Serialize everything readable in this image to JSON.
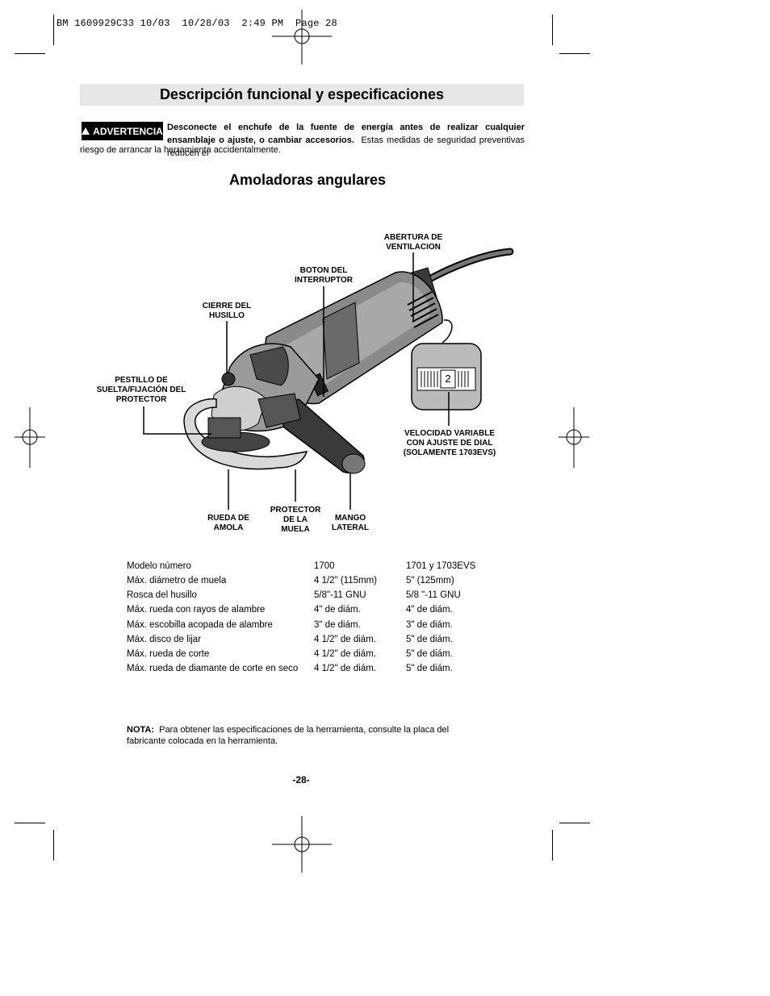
{
  "slug": "BM 1609929C33 10/03  10/28/03  2:49 PM  Page 28",
  "section_title": "Descripción funcional y especificaciones",
  "warning": {
    "badge": "ADVERTENCIA",
    "bold_text": "Desconecte el enchufe de la fuente de energía antes de realizar cualquier ensamblaje o ajuste, o cambiar accesorios.",
    "text_line1": "Estas medidas de seguridad preventivas reducen el",
    "text_line2": "riesgo de arrancar la herramienta accidentalmente."
  },
  "subtitle": "Amoladoras angulares",
  "diagram_labels": {
    "vent": [
      "ABERTURA DE",
      "VENTILACION"
    ],
    "switch": [
      "BOTON DEL",
      "INTERRUPTOR"
    ],
    "spindle_lock": [
      "CIERRE DEL",
      "HUSILLO"
    ],
    "guard_latch": [
      "PESTILLO DE",
      "SUELTA/FIJACIÓN DEL",
      "PROTECTOR"
    ],
    "variable_speed": [
      "VELOCIDAD VARIABLE",
      "CON AJUSTE DE DIAL",
      "(SOLAMENTE 1703EVS)"
    ],
    "wheel": [
      "RUEDA DE",
      "AMOLA"
    ],
    "guard": [
      "PROTECTOR",
      "DE LA",
      "MUELA"
    ],
    "handle": [
      "MANGO",
      "LATERAL"
    ],
    "dial_number": "2"
  },
  "specs": [
    {
      "label": "Modelo número",
      "m1700": "1700",
      "m1701": "1701 y 1703EVS"
    },
    {
      "label": "Máx. diámetro de muela",
      "m1700": "4 1/2\" (115mm)",
      "m1701": "5\" (125mm)"
    },
    {
      "label": "Rosca del husillo",
      "m1700": "5/8\"-11 GNU",
      "m1701": "5/8 \"-11 GNU"
    },
    {
      "label": "Máx. rueda con rayos de alambre",
      "m1700": "4\" de diám.",
      "m1701": "4\" de diám."
    },
    {
      "label": "Máx. escobilla acopada de alambre",
      "m1700": "3\" de diám.",
      "m1701": "3\" de diám."
    },
    {
      "label": "Máx. disco de lijar",
      "m1700": "4 1/2\" de diám.",
      "m1701": "5\" de diám."
    },
    {
      "label": "Máx. rueda de corte",
      "m1700": "4 1/2\" de diám.",
      "m1701": "5\" de diám."
    },
    {
      "label": "Máx. rueda de diamante de corte en seco",
      "m1700": "4 1/2\" de diám.",
      "m1701": "5\" de diám."
    }
  ],
  "note": {
    "label": "NOTA:",
    "text": "Para obtener las especificaciones de la herramienta, consulte la placa del fabricante colocada en la herramienta."
  },
  "page_number": "-28-"
}
